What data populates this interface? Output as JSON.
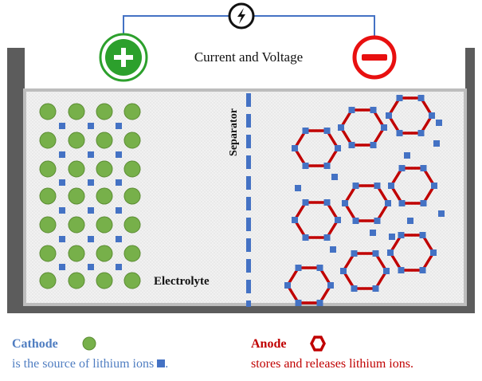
{
  "power_label": "Current and Voltage",
  "separator_label": "Separator",
  "electrolyte_label": "Electrolyte",
  "cathode": {
    "title": "Cathode",
    "description": "is the source of lithium ions",
    "description_end": "."
  },
  "anode": {
    "title": "Anode",
    "description": "stores and releases lithium ions."
  },
  "colors": {
    "positive_terminal": "#2ca02c",
    "negative_terminal": "#e81010",
    "cathode_particle": "#77b04a",
    "lithium_ion": "#4472c4",
    "anode_hexagon": "#c00000",
    "separator": "#4472c4",
    "wire": "#4472c4",
    "container": "#5a5a5a",
    "electrolyte_fill": "#eeeeee",
    "cathode_text": "#4f7dc1",
    "anode_text": "#c00000"
  },
  "icons": [
    "lightning-icon",
    "plus-icon",
    "minus-icon",
    "cathode-circle-icon",
    "anode-hexagon-icon",
    "ion-square-icon"
  ]
}
